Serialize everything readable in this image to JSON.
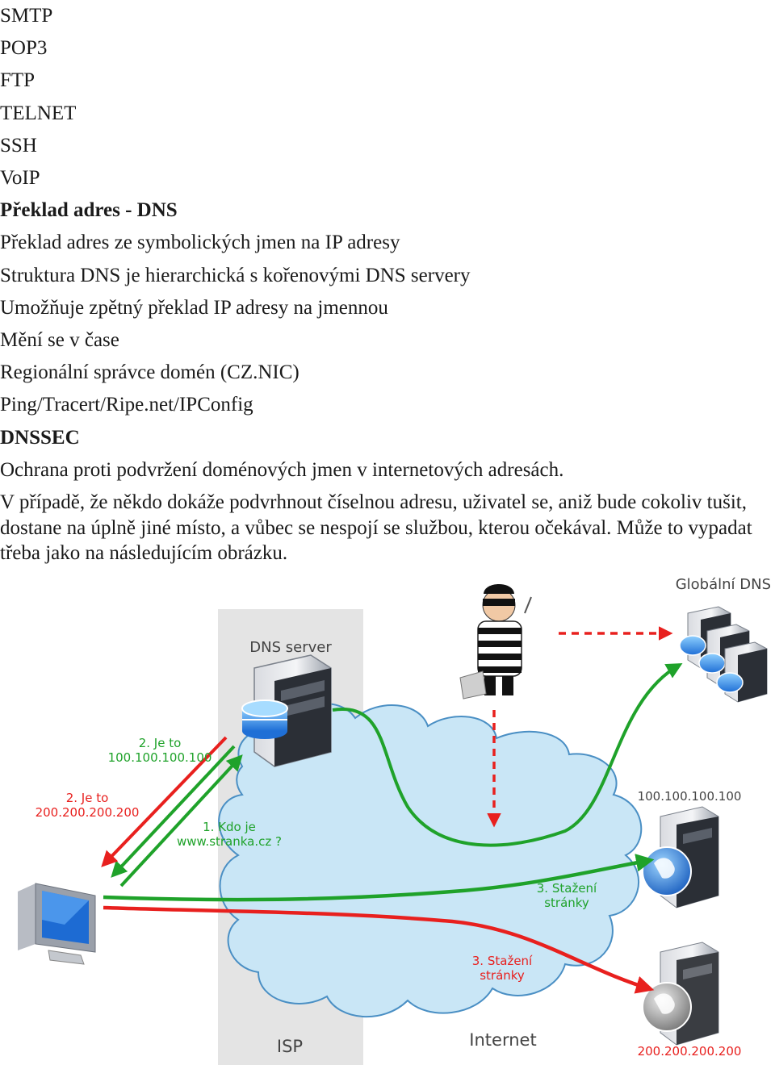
{
  "lines": {
    "l1": "SMTP",
    "l2": "POP3",
    "l3": "FTP",
    "l4": "TELNET",
    "l5": "SSH",
    "l6": "VoIP",
    "h_dns": "Překlad adres - DNS",
    "d1": "Překlad adres ze symbolických jmen na IP adresy",
    "d2": "Struktura DNS je hierarchická s kořenovými DNS servery",
    "d3": "Umožňuje zpětný překlad IP adresy na jmennou",
    "d4": "Mění se v čase",
    "d5": "Regionální správce domén (CZ.NIC)",
    "d6": "Ping/Tracert/Ripe.net/IPConfig",
    "h_dnssec": "DNSSEC",
    "s1": "Ochrana proti  podvržení doménových jmen v internetových adresách.",
    "s2": "V případě, že někdo dokáže podvrhnout číselnou adresu, uživatel se, aniž bude cokoliv tušit, dostane na úplně jiné místo, a vůbec se nespojí se službou, kterou očekával. Může to vypadat třeba jako na následujícím obrázku."
  },
  "figure": {
    "global_dns": "Globální DNS",
    "dns_server": "DNS server",
    "isp": "ISP",
    "internet": "Internet",
    "ip_good": "100.100.100.100",
    "ip_bad": "200.200.200.200",
    "green_reply_1": "2. Je to",
    "green_reply_2": "100.100.100.100",
    "red_reply_1": "2. Je to",
    "red_reply_2": "200.200.200.200",
    "query_1": "1. Kdo je",
    "query_2": "www.stranka.cz ?",
    "green_dl_1": "3. Stažení",
    "green_dl_2": "stránky",
    "red_dl_1": "3. Stažení",
    "red_dl_2": "stránky"
  },
  "colors": {
    "green": "#1fa22a",
    "red": "#e8201e",
    "isp_band": "#e4e4e4",
    "cloud": "#c9e6f6",
    "cloud_stroke": "#4a8fc4",
    "label_gray": "#444444"
  },
  "icons": {
    "client": "desktop-computer-icon",
    "dns_server": "dns-server-icon",
    "global_dns": "server-cluster-icon",
    "attacker": "burglar-icon",
    "good_server": "web-server-globe-icon",
    "bad_server": "web-server-globe-icon"
  }
}
